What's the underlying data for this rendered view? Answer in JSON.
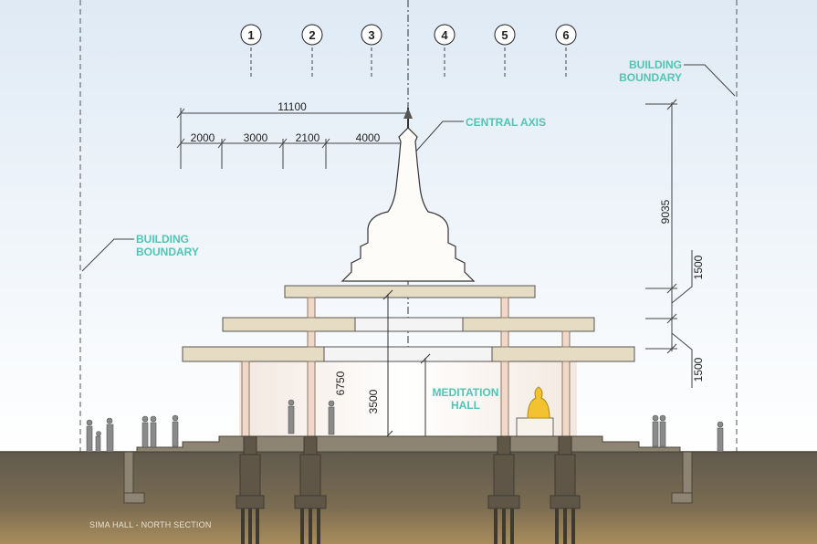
{
  "drawing": {
    "title": "SIMA HALL - NORTH SECTION",
    "grid_markers": [
      "1",
      "2",
      "3",
      "4",
      "5",
      "6"
    ],
    "labels": {
      "central_axis": "CENTRAL AXIS",
      "boundary_right_1": "BUILDING",
      "boundary_right_2": "BOUNDARY",
      "boundary_left_1": "BUILDING",
      "boundary_left_2": "BOUNDARY",
      "hall_1": "MEDITATION",
      "hall_2": "HALL"
    },
    "dimensions": {
      "overall": "11100",
      "seg1": "2000",
      "seg2": "3000",
      "seg3": "2100",
      "seg4": "4000",
      "height_total": "9035",
      "roof_step_1": "1500",
      "roof_step_2": "1500",
      "height_inner": "6750",
      "height_hall": "3500"
    },
    "colors": {
      "label": "#4fc6b4",
      "ground": "#6e6350",
      "sky": "#e4eef7"
    }
  }
}
